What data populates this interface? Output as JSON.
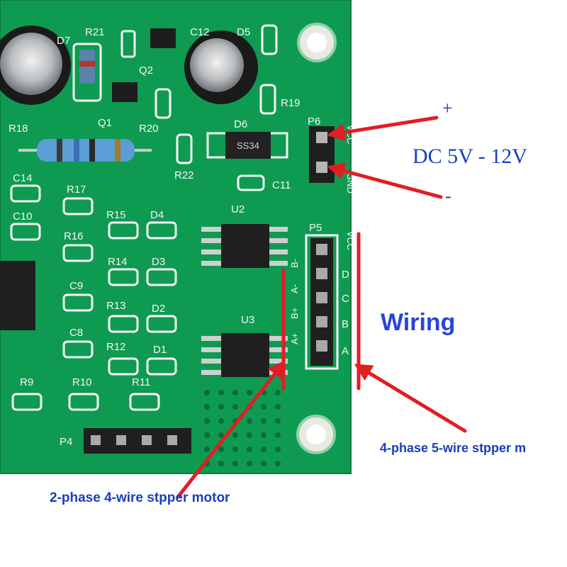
{
  "annotations": {
    "plus": "+",
    "minus": "-",
    "voltage": "DC 5V - 12V",
    "wiring_title": "Wiring",
    "four_phase": "4-phase 5-wire stpper m",
    "two_phase": "2-phase 4-wire stpper motor"
  },
  "silkscreen": {
    "D7": "D7",
    "R21": "R21",
    "C12": "C12",
    "D5": "D5",
    "Q2": "Q2",
    "Q1": "Q1",
    "R19": "R19",
    "R18": "R18",
    "R20": "R20",
    "D6": "D6",
    "P6": "P6",
    "R22": "R22",
    "C11": "C11",
    "C14": "C14",
    "R17": "R17",
    "C10": "C10",
    "R15": "R15",
    "D4": "D4",
    "U2": "U2",
    "P5": "P5",
    "R16": "R16",
    "R14": "R14",
    "D3": "D3",
    "C9": "C9",
    "R13": "R13",
    "D2": "D2",
    "U3": "U3",
    "C8": "C8",
    "R12": "R12",
    "D1": "D1",
    "R9": "R9",
    "R10": "R10",
    "R11": "R11",
    "P4": "P4",
    "SS34": "SS34",
    "VCC6": "VCC",
    "GND": "GND",
    "VCC5": "VCC",
    "pD": "D",
    "pC": "C",
    "pB": "B",
    "pA": "A",
    "Bm": "B-",
    "Am": "A-",
    "Bp": "B+",
    "Ap": "A+"
  },
  "colors": {
    "pcb": "#0f9a52",
    "silkscreen": "#f4f4f4",
    "arrow": "#e01e24",
    "text_blue": "#1a3fb8",
    "wiring_blue": "#2845d8"
  }
}
